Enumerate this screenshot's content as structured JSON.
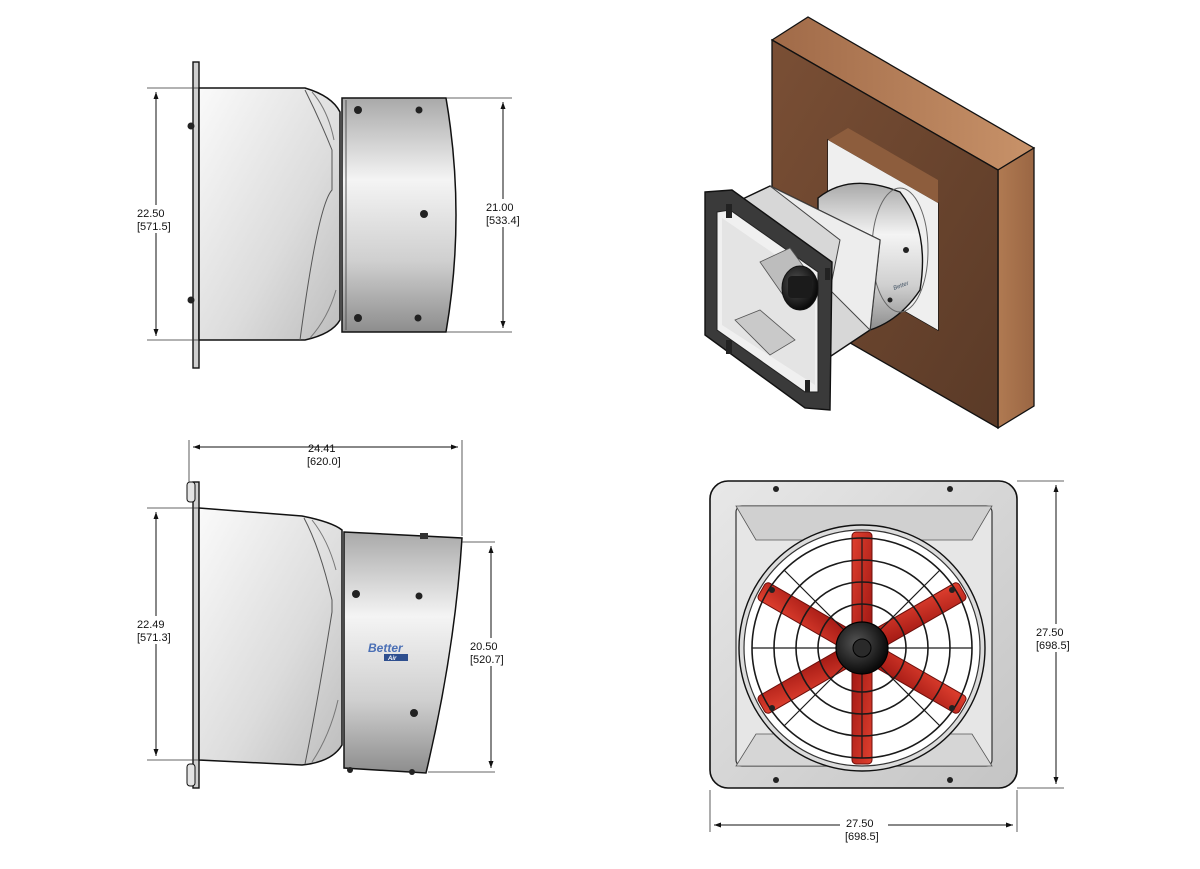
{
  "dimensions": {
    "side_top_height": {
      "inch": "22.50",
      "mm": "[571.5]"
    },
    "side_top_housing": {
      "inch": "21.00",
      "mm": "[533.4]"
    },
    "side_bottom_depth": {
      "inch": "24.41",
      "mm": "[620.0]"
    },
    "side_bottom_height": {
      "inch": "22.49",
      "mm": "[571.3]"
    },
    "side_bottom_housing": {
      "inch": "20.50",
      "mm": "[520.7]"
    },
    "front_height": {
      "inch": "27.50",
      "mm": "[698.5]"
    },
    "front_width": {
      "inch": "27.50",
      "mm": "[698.5]"
    }
  },
  "logo_text": "Better Air",
  "colors": {
    "housing_light": "#f2f2f2",
    "housing_dark": "#9a9a9a",
    "wood": "#8a5a3c",
    "blade_red": "#c8231c",
    "outline": "#111111"
  }
}
